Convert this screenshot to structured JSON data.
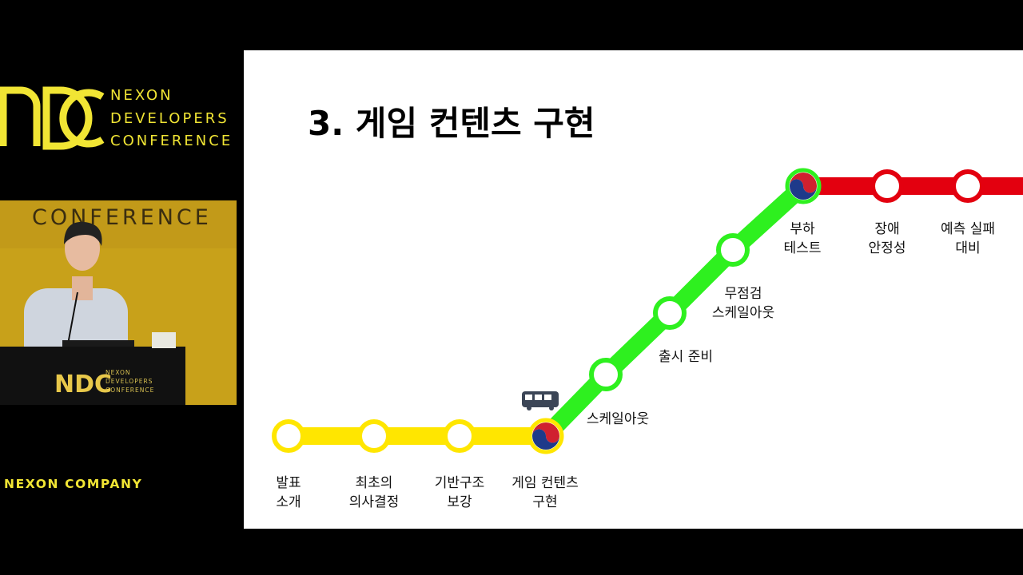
{
  "branding": {
    "logo_text": "NDC",
    "conference_lines": "NEXON\nDEVELOPERS\nCONFERENCE",
    "company": "NEXON COMPANY",
    "video_banner": "CONFERENCE",
    "podium_logo": "NDC",
    "podium_text": "NEXON\nDEVELOPERS\nCONFERENCE"
  },
  "slide": {
    "title": "3. 게임 컨텐츠 구현",
    "stops": [
      {
        "label": "발표\n소개",
        "line": "yellow",
        "current": false
      },
      {
        "label": "최초의\n의사결정",
        "line": "yellow",
        "current": false
      },
      {
        "label": "기반구조\n보강",
        "line": "yellow",
        "current": false
      },
      {
        "label": "게임 컨텐츠\n구현",
        "line": "yellow-green",
        "current": true
      },
      {
        "label": "스케일아웃",
        "line": "green",
        "current": false
      },
      {
        "label": "출시 준비",
        "line": "green",
        "current": false
      },
      {
        "label": "무점검\n스케일아웃",
        "line": "green",
        "current": false
      },
      {
        "label": "부하\n테스트",
        "line": "green-red",
        "current": false,
        "transfer": true
      },
      {
        "label": "장애\n안정성",
        "line": "red",
        "current": false
      },
      {
        "label": "예측 실패\n대비",
        "line": "red",
        "current": false
      }
    ],
    "icons": [
      "bus-icon",
      "taegeuk-icon"
    ],
    "colors": {
      "yellow": "#ffe600",
      "green": "#2ef01f",
      "red": "#e3000f"
    }
  }
}
